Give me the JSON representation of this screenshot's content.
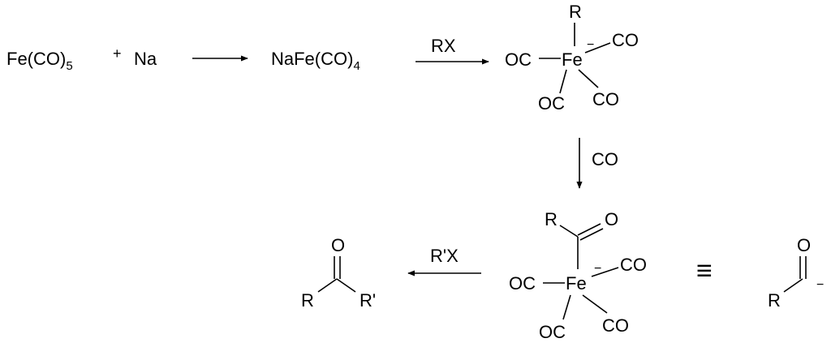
{
  "reaction": {
    "reactant1": {
      "base": "Fe(CO)",
      "sub": "5"
    },
    "plus": "+",
    "reactant2": "Na",
    "intermediate": {
      "base": "NaFe(CO)",
      "sub": "4"
    },
    "reagent_rx": "RX",
    "reagent_co": "CO",
    "reagent_rpx": "R'X"
  },
  "alkyl_complex": {
    "r": "R",
    "metal": "Fe",
    "charge": "−",
    "ligand_left": "OC",
    "ligand_upper_right": "CO",
    "ligand_lower_left": "OC",
    "ligand_lower_right": "CO"
  },
  "acyl_complex": {
    "r": "R",
    "o": "O",
    "metal": "Fe",
    "charge": "−",
    "ligand_left": "OC",
    "ligand_upper_right": "CO",
    "ligand_lower_left": "OC",
    "ligand_lower_right": "CO"
  },
  "equivalence": "≡",
  "acyl_anion": {
    "o": "O",
    "r": "R",
    "charge": "−"
  },
  "ketone": {
    "o": "O",
    "r": "R",
    "rp": "R'"
  }
}
